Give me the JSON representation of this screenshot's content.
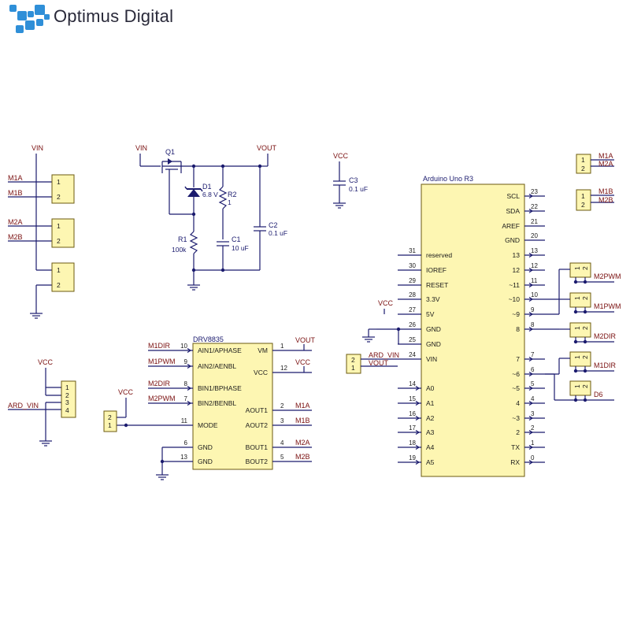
{
  "logo": {
    "text": "Optimus Digital"
  },
  "vin_headers": {
    "power_net": "VIN",
    "m1": {
      "a": "M1A",
      "b": "M1B",
      "pins": [
        "1",
        "2"
      ]
    },
    "m2": {
      "a": "M2A",
      "b": "M2B",
      "pins": [
        "1",
        "2"
      ]
    },
    "pwr": {
      "pins": [
        "1",
        "2"
      ]
    }
  },
  "reg": {
    "vin": "VIN",
    "vout": "VOUT",
    "q1": "Q1",
    "d1": "D1",
    "d1_val": "6.8 V",
    "r2": "R2",
    "r2_val": "1",
    "r1": "R1",
    "r1_val": "100k",
    "c1": "C1",
    "c1_val": "10 uF",
    "c2": "C2",
    "c2_val": "0.1 uF"
  },
  "c3": {
    "vcc": "VCC",
    "name": "C3",
    "val": "0.1 uF"
  },
  "right_headers": [
    {
      "pins": [
        "1",
        "2"
      ],
      "nets": [
        "M1A",
        "M2A"
      ]
    },
    {
      "pins": [
        "1",
        "2"
      ],
      "nets": [
        "M1B",
        "M2B"
      ]
    }
  ],
  "arduino": {
    "title": "Arduino Uno R3",
    "left_pins": [
      {
        "num": "31",
        "name": "reserved"
      },
      {
        "num": "30",
        "name": "IOREF"
      },
      {
        "num": "29",
        "name": "RESET"
      },
      {
        "num": "28",
        "name": "3.3V"
      },
      {
        "num": "27",
        "name": "5V"
      },
      {
        "num": "26",
        "name": "GND"
      },
      {
        "num": "25",
        "name": "GND"
      },
      {
        "num": "24",
        "name": "VIN"
      },
      {
        "num": "14",
        "name": "A0"
      },
      {
        "num": "15",
        "name": "A1"
      },
      {
        "num": "16",
        "name": "A2"
      },
      {
        "num": "17",
        "name": "A3"
      },
      {
        "num": "18",
        "name": "A4"
      },
      {
        "num": "19",
        "name": "A5"
      }
    ],
    "right_top": [
      {
        "num": "23",
        "name": "SCL"
      },
      {
        "num": "22",
        "name": "SDA"
      },
      {
        "num": "21",
        "name": "AREF"
      },
      {
        "num": "20",
        "name": "GND"
      }
    ],
    "right_digital": [
      {
        "num": "13",
        "name": "13"
      },
      {
        "num": "12",
        "name": "12"
      },
      {
        "num": "11",
        "name": "~11"
      },
      {
        "num": "10",
        "name": "~10"
      },
      {
        "num": "9",
        "name": "~9"
      },
      {
        "num": "8",
        "name": "8"
      },
      {
        "num": "7",
        "name": "7"
      },
      {
        "num": "6",
        "name": "~6"
      },
      {
        "num": "5",
        "name": "~5"
      },
      {
        "num": "4",
        "name": "4"
      },
      {
        "num": "3",
        "name": "~3"
      },
      {
        "num": "2",
        "name": "2"
      },
      {
        "num": "1",
        "name": "TX"
      },
      {
        "num": "0",
        "name": "RX"
      }
    ],
    "vcc": "VCC",
    "ard_vin": "ARD_VIN",
    "vout": "VOUT",
    "jumper_pins": [
      "2",
      "1"
    ]
  },
  "jumpers": [
    {
      "pins": [
        "1",
        "2"
      ],
      "net": "M2PWM"
    },
    {
      "pins": [
        "1",
        "2"
      ],
      "net": "M1PWM"
    },
    {
      "pins": [
        "1",
        "2"
      ],
      "net": "M2DIR"
    },
    {
      "pins": [
        "1",
        "2"
      ],
      "net": "M1DIR"
    },
    {
      "pins": [
        "1",
        "2"
      ],
      "net": "D6"
    }
  ],
  "vcc_header": {
    "vcc": "VCC",
    "net": "ARD_VIN",
    "pins": [
      "1",
      "2",
      "3",
      "4"
    ]
  },
  "drv": {
    "title": "DRV8835",
    "left": [
      {
        "net": "M1DIR",
        "num": "10",
        "name": "AIN1/APHASE"
      },
      {
        "net": "M1PWM",
        "num": "9",
        "name": "AIN2/AENBL"
      },
      {
        "net": "M2DIR",
        "num": "8",
        "name": "BIN1/BPHASE"
      },
      {
        "net": "M2PWM",
        "num": "7",
        "name": "BIN2/BENBL"
      },
      {
        "net": "",
        "num": "11",
        "name": "MODE"
      },
      {
        "net": "",
        "num": "6",
        "name": "GND"
      },
      {
        "net": "",
        "num": "13",
        "name": "GND"
      }
    ],
    "right": [
      {
        "name": "VM",
        "num": "1",
        "net": "VOUT"
      },
      {
        "name": "VCC",
        "num": "12",
        "net": "VCC"
      },
      {
        "name": "AOUT1",
        "num": "2",
        "net": "M1A"
      },
      {
        "name": "AOUT2",
        "num": "3",
        "net": "M1B"
      },
      {
        "name": "BOUT1",
        "num": "4",
        "net": "M2A"
      },
      {
        "name": "BOUT2",
        "num": "5",
        "net": "M2B"
      }
    ],
    "mode_vcc": "VCC",
    "mode_pins": [
      "2",
      "1"
    ]
  }
}
